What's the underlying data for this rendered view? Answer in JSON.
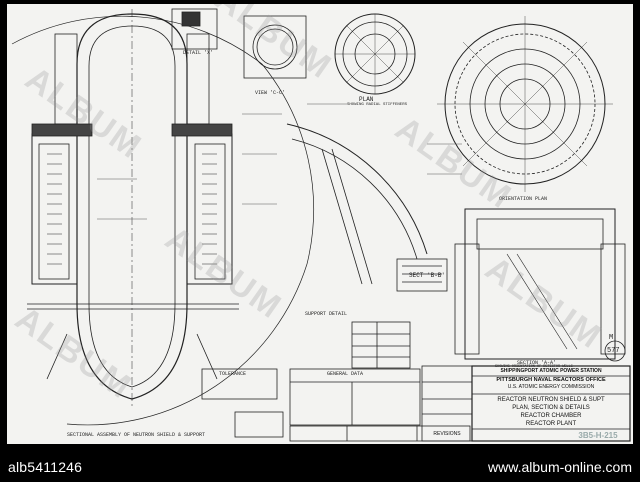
{
  "footer": {
    "image_id": "alb5411246",
    "site": "www.album-online.com"
  },
  "watermark": {
    "text": "ALBUM"
  },
  "drawing": {
    "labels": {
      "sectional_assembly": "SECTIONAL ASSEMBLY OF NEUTRON SHIELD & SUPPORT",
      "plan": "PLAN",
      "plan_sub": "SHOWING RADIAL STIFFENERS",
      "orientation_plan": "ORIENTATION PLAN",
      "section_bb": "SECT 'B-B'",
      "section_aa": "SECTION 'A-A'",
      "section_aa_sub": "SHOWING ORIENTATION OF DETECTOR WELLS",
      "support_detail": "SUPPORT DETAIL",
      "detail_x": "DETAIL 'X'",
      "view_cc": "VIEW 'C-C'",
      "tolerance": "TOLERANCE",
      "general_data": "GENERAL DATA",
      "sheet_mark": "M",
      "sheet_number": "577"
    },
    "title_block": {
      "office": "PITTSBURGH NAVAL REACTORS OFFICE",
      "commission": "U.S. ATOMIC ENERGY COMMISSION",
      "station": "SHIPPINGPORT ATOMIC POWER STATION",
      "title_1": "REACTOR NEUTRON SHIELD & SUPT",
      "title_2": "PLAN, SECTION & DETAILS",
      "title_3": "REACTOR CHAMBER",
      "title_4": "REACTOR PLANT",
      "revisions": "REVISIONS",
      "drawing_no": "3B5-H-215"
    }
  }
}
